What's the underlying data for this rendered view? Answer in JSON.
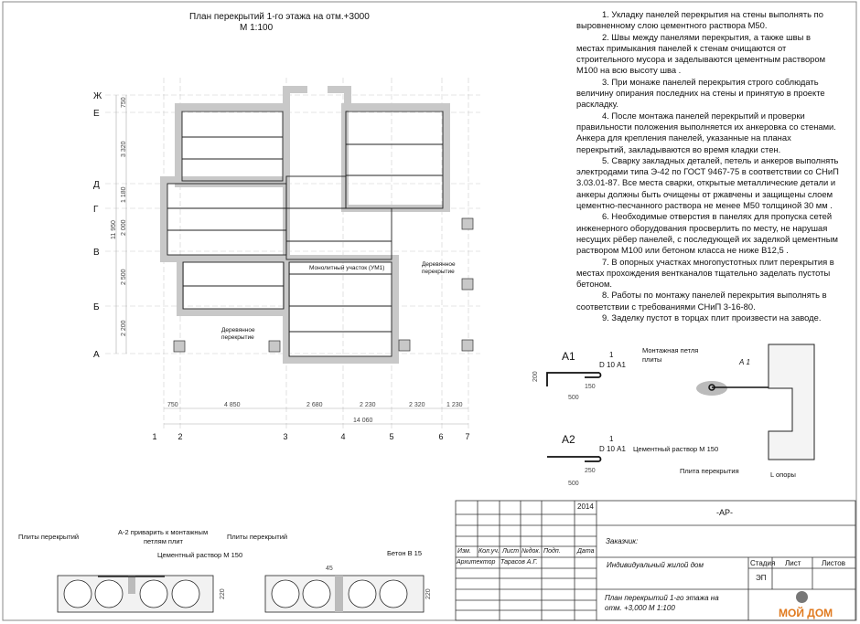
{
  "plan": {
    "title": "План перекрытий 1-го этажа на отм.+3000",
    "scale": "М 1:100",
    "row_axes": [
      "Ж",
      "Е",
      "Д",
      "Г",
      "В",
      "Б",
      "А"
    ],
    "col_axes": [
      "1",
      "2",
      "3",
      "4",
      "5",
      "6",
      "7"
    ],
    "vertical_dims": [
      "750",
      "3 320",
      "1 180",
      "2 000",
      "2 500",
      "2 200"
    ],
    "vertical_total": "11 950",
    "horizontal_dims": [
      "750",
      "4 850",
      "2 680",
      "2 230",
      "2 320",
      "1 230"
    ],
    "horizontal_total": "14 060",
    "label_monolith": "Монолитный участок (УМ1)",
    "label_wood_1": "Деревянное",
    "label_wood_2": "перекрытие"
  },
  "notes": [
    "1.   Укладку панелей перекрытия на стены выполнять по выровненному слою цементного раствора М50.",
    "2.   Швы между панелями перекрытия, а также швы в местах примыкания панелей к стенам очищаются от строительного мусора и заделываются цементным раствором М100 на всю высоту шва  .",
    "3.   При монаже панелей перекрытия строго соблюдать величину опирания последних на стены и принятую в проекте раскладку.",
    "4.   После монтажа панелей перекрытий и проверки правильности положения выполняется их анкеровка со стенами. Анкера для крепления панелей, указанные на планах перекрытий, закладываются во время кладки стен.",
    "5.   Сварку закладных деталей, петель и анкеров выполнять электродами типа Э-42 по ГОСТ 9467-75 в соответствии со СНиП 3.03.01-87. Все места сварки, открытые металлические детали и анкеры должны быть очищены от ржавчены и защищены слоем цементно-песчанного раствора не менее М50 толщиной 30 мм .",
    "6.   Необходимые отверстия в панелях для пропуска сетей инженерного оборудования просверлить по месту, не нарушая несущих рёбер панелей, с последующей их заделкой цементным раствором М100 или бетоном класса не ниже В12,5 .",
    "7.   В опорных участках многопустотных плит перекрытия в местах прохождения вентканалов тщательно заделать пустоты бетоном.",
    "8.   Работы по монтажу панелей перекрытия выполнять в соответствии с требованиями СНиП 3-16-80.",
    "9.   Заделку пустот в торцах плит произвести на заводе."
  ],
  "details": {
    "a1_title": "А1",
    "a2_title": "А2",
    "a1_count": "1",
    "a1_spec": "D 10 А1",
    "a2_count": "1",
    "a2_spec": "D 10 А1",
    "dim_200": "200",
    "dim_150": "150",
    "dim_500": "500",
    "dim_250": "250",
    "loop_label_1": "Монтажная петля",
    "loop_label_2": "плиты",
    "a1_ref": "А 1",
    "mortar": "Цементный раствор М 150",
    "slab": "Плита перекрытия",
    "support": "L опоры"
  },
  "sections": {
    "slabs_left": "Плиты перекрытий",
    "weld_1": "А-2 приварить к монтажным",
    "weld_2": "петлям плит",
    "slabs_right": "Плиты перекрытий",
    "mortar": "Цементный раствор М 150",
    "concrete": "Бетон В 15",
    "gap": "45",
    "height_left": "220",
    "height_right": "220"
  },
  "title_block": {
    "year": "2014",
    "code": "-АР-",
    "customer": "Заказчик:",
    "headers": [
      "Изм.",
      "Кол.уч.",
      "Лист",
      "№док.",
      "Подп.",
      "Дата"
    ],
    "role": "Архитектор",
    "name": "Тарасов А.Г.",
    "project": "Индивидуальный жилой дом",
    "stage_label": "Стадия",
    "sheet_label": "Лист",
    "sheets_label": "Листов",
    "stage": "ЭП",
    "drawing_1": "План перекрытий 1-го этажа на",
    "drawing_2": "отм. +3,000  М 1:100",
    "logo": "МОЙ ДОМ",
    "logo_color": "#e07a1f"
  }
}
